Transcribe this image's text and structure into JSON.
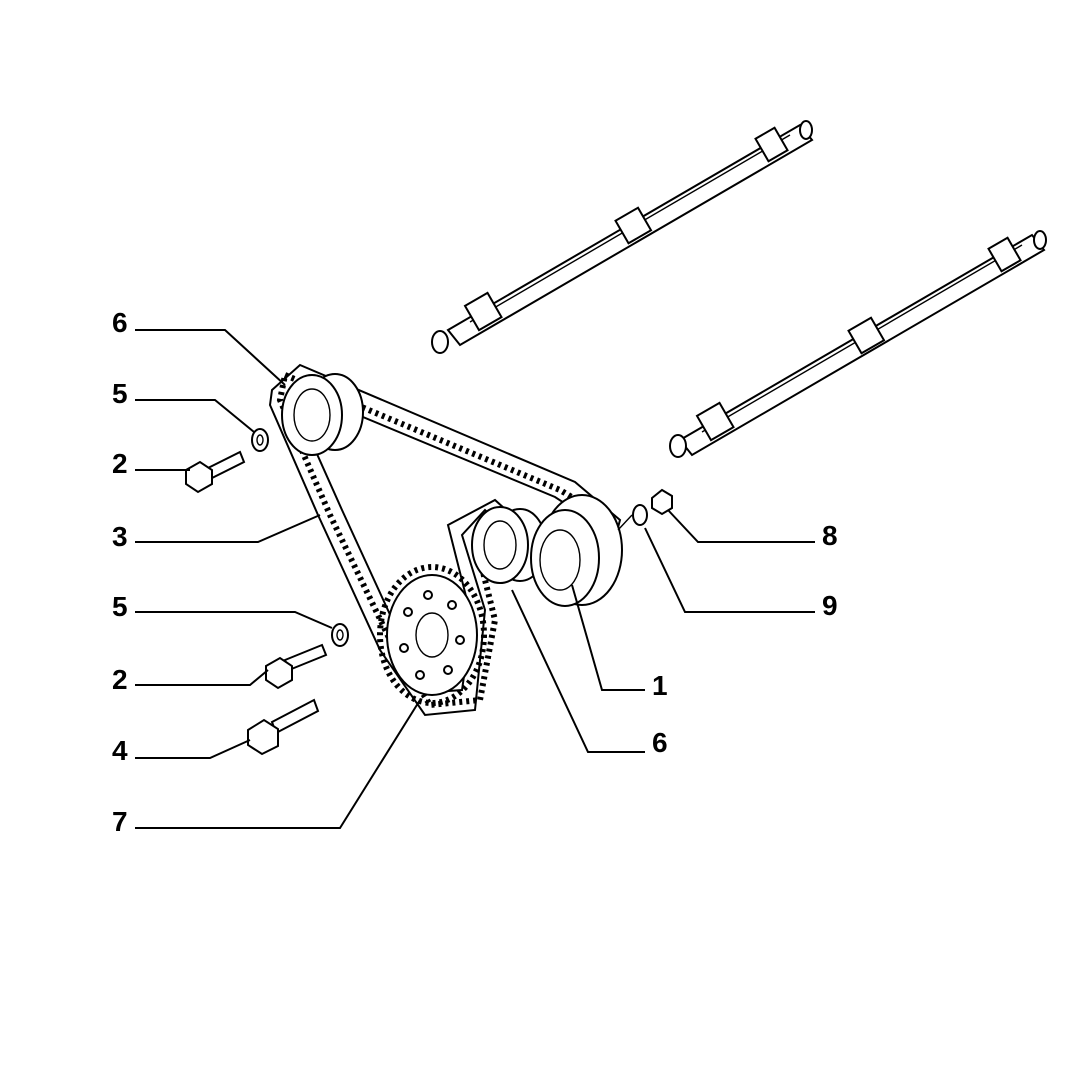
{
  "colors": {
    "ink": "#000000",
    "background": "#ffffff"
  },
  "callouts": [
    {
      "id": "c-6a",
      "label": "6"
    },
    {
      "id": "c-5a",
      "label": "5"
    },
    {
      "id": "c-2a",
      "label": "2"
    },
    {
      "id": "c-3",
      "label": "3"
    },
    {
      "id": "c-5b",
      "label": "5"
    },
    {
      "id": "c-2b",
      "label": "2"
    },
    {
      "id": "c-4",
      "label": "4"
    },
    {
      "id": "c-7",
      "label": "7"
    },
    {
      "id": "c-8",
      "label": "8"
    },
    {
      "id": "c-9",
      "label": "9"
    },
    {
      "id": "c-1",
      "label": "1"
    },
    {
      "id": "c-6b",
      "label": "6"
    }
  ]
}
